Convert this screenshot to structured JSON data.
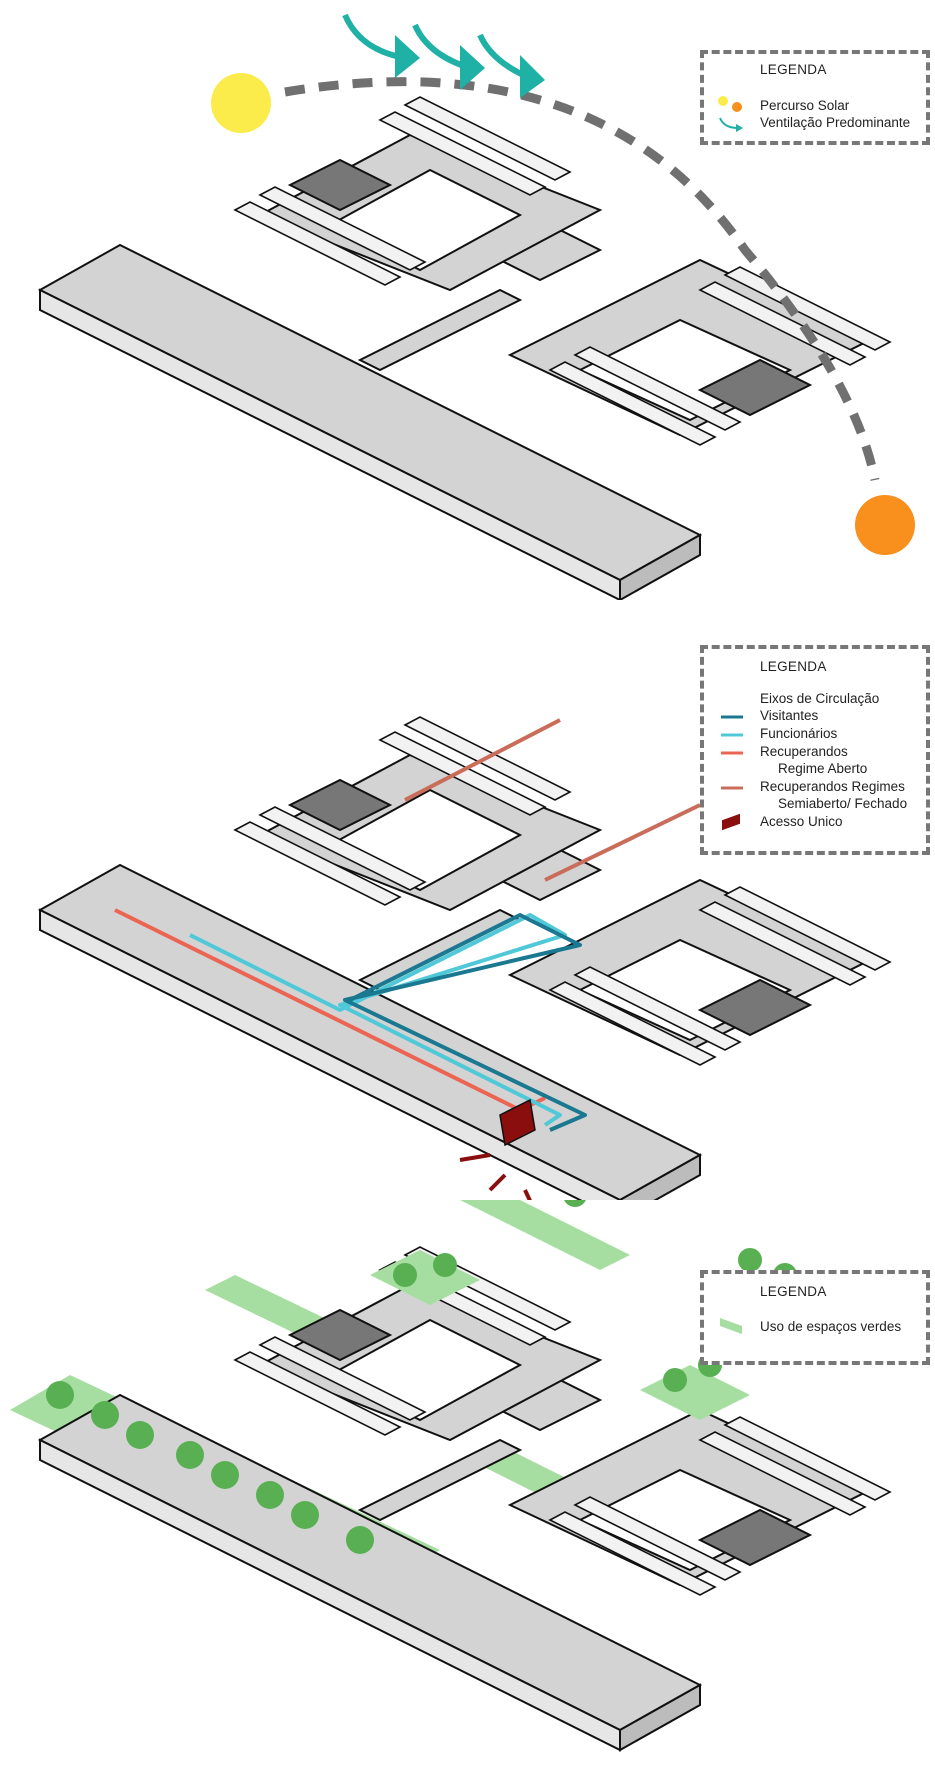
{
  "panels": {
    "sun": {
      "legend": {
        "title": "LEGENDA",
        "items": [
          {
            "label": "Percurso Solar",
            "icon": "sun-path-icon"
          },
          {
            "label": "Ventilação Predominante",
            "icon": "wind-arrow-icon"
          }
        ]
      },
      "colors": {
        "sun_start": "#FBEC4B",
        "sun_end": "#F98F1C",
        "wind": "#1FB0A6",
        "path": "#707070"
      }
    },
    "circulation": {
      "legend": {
        "title": "LEGENDA",
        "heading": "Eixos de Circulação",
        "items": [
          {
            "label": "Visitantes",
            "color": "#1A7891"
          },
          {
            "label": "Funcionários",
            "color": "#4FC8D8"
          },
          {
            "label": "Recuperandos",
            "color": "#EC6452"
          },
          {
            "label": "Regime Aberto",
            "color": ""
          },
          {
            "label": "Recuperandos Regimes",
            "color": "#C96C59"
          },
          {
            "label": "Semiaberto/ Fechado",
            "color": ""
          },
          {
            "label": "Acesso Unico",
            "color": "#8B0E0E"
          }
        ]
      }
    },
    "green": {
      "legend": {
        "title": "LEGENDA",
        "items": [
          {
            "label": "Uso de espaços verdes",
            "color": "#A6DDA0"
          }
        ]
      },
      "colors": {
        "tree": "#58B052",
        "grass": "#A6DDA0"
      }
    }
  }
}
